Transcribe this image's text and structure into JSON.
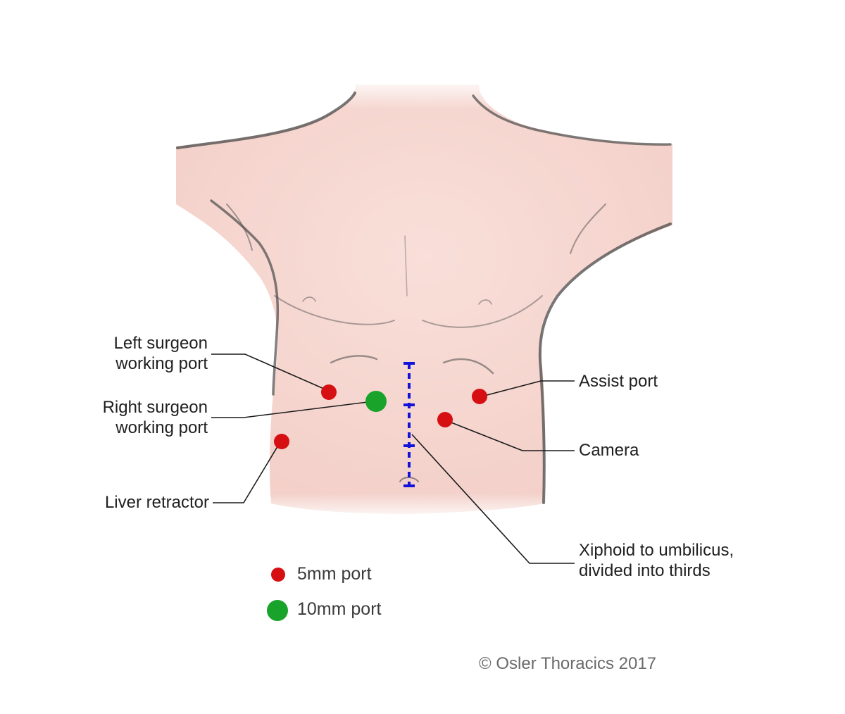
{
  "labels": {
    "left_surgeon": [
      "Left surgeon",
      "working port"
    ],
    "right_surgeon": [
      "Right surgeon",
      "working port"
    ],
    "liver_retractor": "Liver retractor",
    "assist_port": "Assist port",
    "camera": "Camera",
    "xiphoid": [
      "Xiphoid to umbilicus,",
      "divided into thirds"
    ]
  },
  "legend": {
    "small": {
      "label": "5mm port",
      "color": "#d50f12"
    },
    "large": {
      "label": "10mm port",
      "color": "#1aa32a"
    }
  },
  "copyright": "© Osler Thoracics 2017",
  "colors": {
    "skin": "#f7d9d3",
    "outline": "#555555",
    "midline": "#1212d8",
    "leader": "#1a1a1a"
  }
}
